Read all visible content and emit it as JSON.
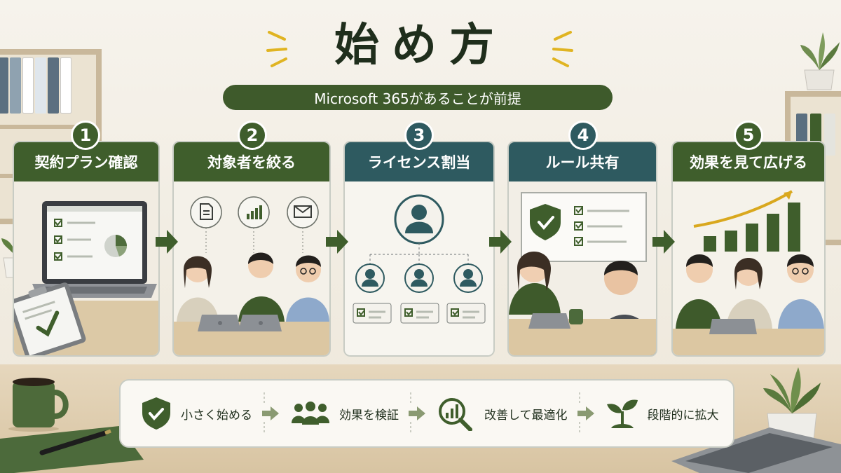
{
  "title": "始め方",
  "subtitle": "Microsoft 365があることが前提",
  "colors": {
    "green": "#3f5e2c",
    "teal": "#2e5a60",
    "accent": "#e0b422"
  },
  "steps": [
    {
      "number": "1",
      "label": "契約プラン確認",
      "theme": "green"
    },
    {
      "number": "2",
      "label": "対象者を絞る",
      "theme": "green"
    },
    {
      "number": "3",
      "label": "ライセンス割当",
      "theme": "teal"
    },
    {
      "number": "4",
      "label": "ルール共有",
      "theme": "teal"
    },
    {
      "number": "5",
      "label": "効果を見て広げる",
      "theme": "green"
    }
  ],
  "bottom": {
    "items": [
      {
        "label": "小さく始める",
        "icon": "shield-check-icon"
      },
      {
        "label": "効果を検証",
        "icon": "people-icon"
      },
      {
        "label": "改善して最適化",
        "icon": "magnifier-chart-icon"
      },
      {
        "label": "段階的に拡大",
        "icon": "sprout-icon"
      }
    ]
  }
}
